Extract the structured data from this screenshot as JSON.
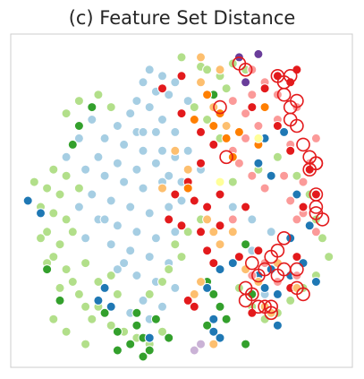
{
  "chart_data": {
    "type": "scatter",
    "title": "(c) Feature Set Distance",
    "xlabel": "",
    "ylabel": "",
    "xlim": [
      0,
      100
    ],
    "ylim": [
      0,
      100
    ],
    "grid": false,
    "frame_color": "#cccccc",
    "marker_edge_color": "#ffffff",
    "highlight_color": "#e31a1c",
    "series": [
      {
        "color": "#a6cee3",
        "points": [
          [
            40,
            92
          ],
          [
            44,
            90
          ],
          [
            38,
            88
          ],
          [
            42,
            85
          ],
          [
            36,
            82
          ],
          [
            46,
            84
          ],
          [
            34,
            78
          ],
          [
            40,
            80
          ],
          [
            44,
            76
          ],
          [
            30,
            74
          ],
          [
            36,
            72
          ],
          [
            42,
            72
          ],
          [
            26,
            70
          ],
          [
            32,
            68
          ],
          [
            38,
            66
          ],
          [
            44,
            66
          ],
          [
            24,
            64
          ],
          [
            30,
            62
          ],
          [
            36,
            60
          ],
          [
            42,
            62
          ],
          [
            48,
            64
          ],
          [
            20,
            60
          ],
          [
            26,
            58
          ],
          [
            32,
            56
          ],
          [
            38,
            54
          ],
          [
            44,
            56
          ],
          [
            22,
            52
          ],
          [
            28,
            50
          ],
          [
            34,
            48
          ],
          [
            40,
            46
          ],
          [
            46,
            48
          ],
          [
            18,
            48
          ],
          [
            24,
            44
          ],
          [
            30,
            42
          ],
          [
            36,
            40
          ],
          [
            42,
            38
          ],
          [
            28,
            36
          ],
          [
            34,
            34
          ],
          [
            40,
            32
          ],
          [
            46,
            30
          ],
          [
            30,
            28
          ],
          [
            36,
            26
          ],
          [
            42,
            24
          ],
          [
            48,
            22
          ],
          [
            38,
            18
          ],
          [
            44,
            16
          ],
          [
            34,
            14
          ],
          [
            40,
            12
          ],
          [
            26,
            44
          ],
          [
            20,
            38
          ],
          [
            32,
            30
          ],
          [
            48,
            40
          ],
          [
            50,
            56
          ],
          [
            48,
            72
          ],
          [
            52,
            66
          ],
          [
            66,
            48
          ],
          [
            72,
            44
          ],
          [
            78,
            40
          ],
          [
            72,
            34
          ],
          [
            70,
            28
          ],
          [
            76,
            20
          ],
          [
            60,
            30
          ],
          [
            50,
            50
          ],
          [
            56,
            60
          ],
          [
            46,
            58
          ],
          [
            38,
            72
          ],
          [
            14,
            64
          ],
          [
            18,
            70
          ],
          [
            22,
            76
          ],
          [
            48,
            88
          ],
          [
            52,
            82
          ]
        ]
      },
      {
        "color": "#b2df8a",
        "points": [
          [
            50,
            96
          ],
          [
            56,
            93
          ],
          [
            62,
            90
          ],
          [
            66,
            94
          ],
          [
            70,
            92
          ],
          [
            4,
            56
          ],
          [
            8,
            54
          ],
          [
            6,
            48
          ],
          [
            10,
            46
          ],
          [
            12,
            52
          ],
          [
            14,
            44
          ],
          [
            8,
            40
          ],
          [
            12,
            36
          ],
          [
            10,
            32
          ],
          [
            14,
            28
          ],
          [
            16,
            24
          ],
          [
            18,
            20
          ],
          [
            20,
            16
          ],
          [
            12,
            22
          ],
          [
            8,
            30
          ],
          [
            6,
            38
          ],
          [
            10,
            60
          ],
          [
            14,
            58
          ],
          [
            18,
            54
          ],
          [
            16,
            40
          ],
          [
            20,
            30
          ],
          [
            24,
            24
          ],
          [
            28,
            26
          ],
          [
            24,
            16
          ],
          [
            22,
            12
          ],
          [
            28,
            10
          ],
          [
            32,
            8
          ],
          [
            36,
            6
          ],
          [
            40,
            4
          ],
          [
            44,
            8
          ],
          [
            40,
            20
          ],
          [
            44,
            24
          ],
          [
            46,
            28
          ],
          [
            50,
            32
          ],
          [
            48,
            36
          ],
          [
            52,
            40
          ],
          [
            56,
            44
          ],
          [
            54,
            80
          ],
          [
            58,
            76
          ],
          [
            62,
            70
          ],
          [
            64,
            86
          ],
          [
            60,
            84
          ],
          [
            56,
            88
          ],
          [
            58,
            92
          ],
          [
            28,
            80
          ],
          [
            24,
            84
          ],
          [
            18,
            82
          ],
          [
            14,
            78
          ],
          [
            66,
            56
          ],
          [
            74,
            60
          ],
          [
            80,
            64
          ],
          [
            86,
            58
          ],
          [
            90,
            52
          ],
          [
            92,
            44
          ],
          [
            94,
            38
          ],
          [
            96,
            32
          ],
          [
            92,
            26
          ],
          [
            88,
            22
          ],
          [
            84,
            18
          ],
          [
            80,
            14
          ],
          [
            76,
            12
          ],
          [
            72,
            16
          ],
          [
            68,
            22
          ],
          [
            20,
            4
          ],
          [
            14,
            8
          ],
          [
            10,
            12
          ],
          [
            30,
            20
          ]
        ]
      },
      {
        "color": "#33a02c",
        "points": [
          [
            22,
            80
          ],
          [
            18,
            74
          ],
          [
            16,
            68
          ],
          [
            8,
            28
          ],
          [
            12,
            18
          ],
          [
            26,
            14
          ],
          [
            30,
            8
          ],
          [
            34,
            4
          ],
          [
            36,
            10
          ],
          [
            38,
            6
          ],
          [
            38,
            0
          ],
          [
            40,
            2
          ],
          [
            36,
            14
          ],
          [
            30,
            2
          ],
          [
            42,
            12
          ],
          [
            46,
            6
          ],
          [
            58,
            24
          ],
          [
            60,
            20
          ],
          [
            62,
            16
          ],
          [
            70,
            36
          ],
          [
            72,
            20
          ],
          [
            56,
            4
          ],
          [
            58,
            10
          ],
          [
            64,
            12
          ],
          [
            70,
            4
          ],
          [
            60,
            84
          ]
        ]
      },
      {
        "color": "#1f78b4",
        "points": [
          [
            2,
            50
          ],
          [
            6,
            46
          ],
          [
            24,
            18
          ],
          [
            26,
            22
          ],
          [
            28,
            16
          ],
          [
            40,
            6
          ],
          [
            60,
            12
          ],
          [
            58,
            22
          ],
          [
            62,
            28
          ],
          [
            66,
            30
          ],
          [
            74,
            26
          ],
          [
            76,
            22
          ],
          [
            80,
            20
          ],
          [
            84,
            26
          ],
          [
            88,
            30
          ],
          [
            92,
            24
          ],
          [
            80,
            10
          ],
          [
            78,
            28
          ],
          [
            84,
            38
          ],
          [
            90,
            42
          ],
          [
            74,
            62
          ],
          [
            78,
            58
          ],
          [
            86,
            52
          ],
          [
            76,
            70
          ],
          [
            82,
            72
          ],
          [
            60,
            8
          ],
          [
            62,
            6
          ]
        ]
      },
      {
        "color": "#fb9a99",
        "points": [
          [
            72,
            92
          ],
          [
            76,
            88
          ],
          [
            80,
            84
          ],
          [
            72,
            84
          ],
          [
            70,
            78
          ],
          [
            74,
            74
          ],
          [
            66,
            82
          ],
          [
            70,
            70
          ],
          [
            66,
            66
          ],
          [
            68,
            62
          ],
          [
            72,
            58
          ],
          [
            76,
            54
          ],
          [
            82,
            58
          ],
          [
            84,
            50
          ],
          [
            88,
            56
          ],
          [
            90,
            62
          ],
          [
            84,
            68
          ],
          [
            80,
            76
          ],
          [
            86,
            80
          ],
          [
            92,
            70
          ],
          [
            88,
            46
          ],
          [
            86,
            44
          ],
          [
            92,
            40
          ],
          [
            86,
            26
          ],
          [
            80,
            24
          ],
          [
            76,
            30
          ],
          [
            72,
            26
          ],
          [
            66,
            44
          ]
        ]
      },
      {
        "color": "#e31a1c",
        "points": [
          [
            50,
            90
          ],
          [
            44,
            86
          ],
          [
            50,
            78
          ],
          [
            56,
            72
          ],
          [
            60,
            68
          ],
          [
            56,
            62
          ],
          [
            52,
            56
          ],
          [
            48,
            52
          ],
          [
            54,
            50
          ],
          [
            58,
            48
          ],
          [
            62,
            52
          ],
          [
            46,
            44
          ],
          [
            50,
            42
          ],
          [
            56,
            40
          ],
          [
            62,
            42
          ],
          [
            58,
            34
          ],
          [
            60,
            30
          ],
          [
            52,
            18
          ],
          [
            54,
            16
          ],
          [
            86,
            92
          ],
          [
            84,
            88
          ],
          [
            80,
            90
          ],
          [
            76,
            86
          ],
          [
            72,
            80
          ],
          [
            80,
            74
          ],
          [
            84,
            66
          ],
          [
            90,
            60
          ],
          [
            92,
            52
          ],
          [
            88,
            48
          ],
          [
            86,
            32
          ],
          [
            84,
            22
          ],
          [
            74,
            34
          ],
          [
            70,
            48
          ],
          [
            68,
            32
          ],
          [
            72,
            14
          ]
        ]
      },
      {
        "color": "#ff7f00",
        "points": [
          [
            58,
            84
          ],
          [
            62,
            78
          ],
          [
            60,
            74
          ],
          [
            64,
            70
          ],
          [
            66,
            64
          ],
          [
            68,
            72
          ],
          [
            74,
            68
          ],
          [
            54,
            76
          ],
          [
            76,
            80
          ],
          [
            52,
            54
          ]
        ]
      },
      {
        "color": "#fdbf6f",
        "points": [
          [
            56,
            96
          ],
          [
            62,
            92
          ],
          [
            56,
            88
          ],
          [
            60,
            80
          ],
          [
            64,
            74
          ],
          [
            48,
            66
          ],
          [
            52,
            60
          ],
          [
            58,
            44
          ],
          [
            60,
            40
          ],
          [
            56,
            24
          ],
          [
            54,
            20
          ],
          [
            74,
            24
          ],
          [
            80,
            30
          ],
          [
            62,
            36
          ],
          [
            70,
            28
          ],
          [
            86,
            22
          ],
          [
            76,
            16
          ],
          [
            78,
            14
          ],
          [
            60,
            4
          ],
          [
            44,
            54
          ],
          [
            66,
            40
          ]
        ]
      },
      {
        "color": "#ffff99",
        "points": [
          [
            74,
            70
          ],
          [
            62,
            56
          ]
        ]
      },
      {
        "color": "#6a3d9a",
        "points": [
          [
            68,
            96
          ],
          [
            74,
            97
          ],
          [
            70,
            88
          ]
        ]
      },
      {
        "color": "#cab2d6",
        "points": [
          [
            54,
            2
          ],
          [
            56,
            4
          ]
        ]
      }
    ],
    "highlighted": [
      [
        68,
        94
      ],
      [
        70,
        92
      ],
      [
        80,
        90
      ],
      [
        82,
        88
      ],
      [
        84,
        90
      ],
      [
        82,
        84
      ],
      [
        84,
        80
      ],
      [
        86,
        82
      ],
      [
        84,
        76
      ],
      [
        86,
        74
      ],
      [
        88,
        68
      ],
      [
        90,
        64
      ],
      [
        90,
        60
      ],
      [
        92,
        62
      ],
      [
        92,
        62
      ],
      [
        92,
        52
      ],
      [
        92,
        48
      ],
      [
        92,
        46
      ],
      [
        94,
        44
      ],
      [
        62,
        80
      ],
      [
        64,
        64
      ],
      [
        80,
        34
      ],
      [
        82,
        38
      ],
      [
        78,
        32
      ],
      [
        82,
        28
      ],
      [
        80,
        26
      ],
      [
        86,
        22
      ],
      [
        88,
        20
      ],
      [
        72,
        30
      ],
      [
        74,
        26
      ],
      [
        76,
        28
      ],
      [
        70,
        22
      ],
      [
        72,
        20
      ],
      [
        74,
        16
      ],
      [
        76,
        16
      ],
      [
        78,
        14
      ],
      [
        78,
        16
      ],
      [
        70,
        18
      ],
      [
        86,
        28
      ]
    ]
  }
}
